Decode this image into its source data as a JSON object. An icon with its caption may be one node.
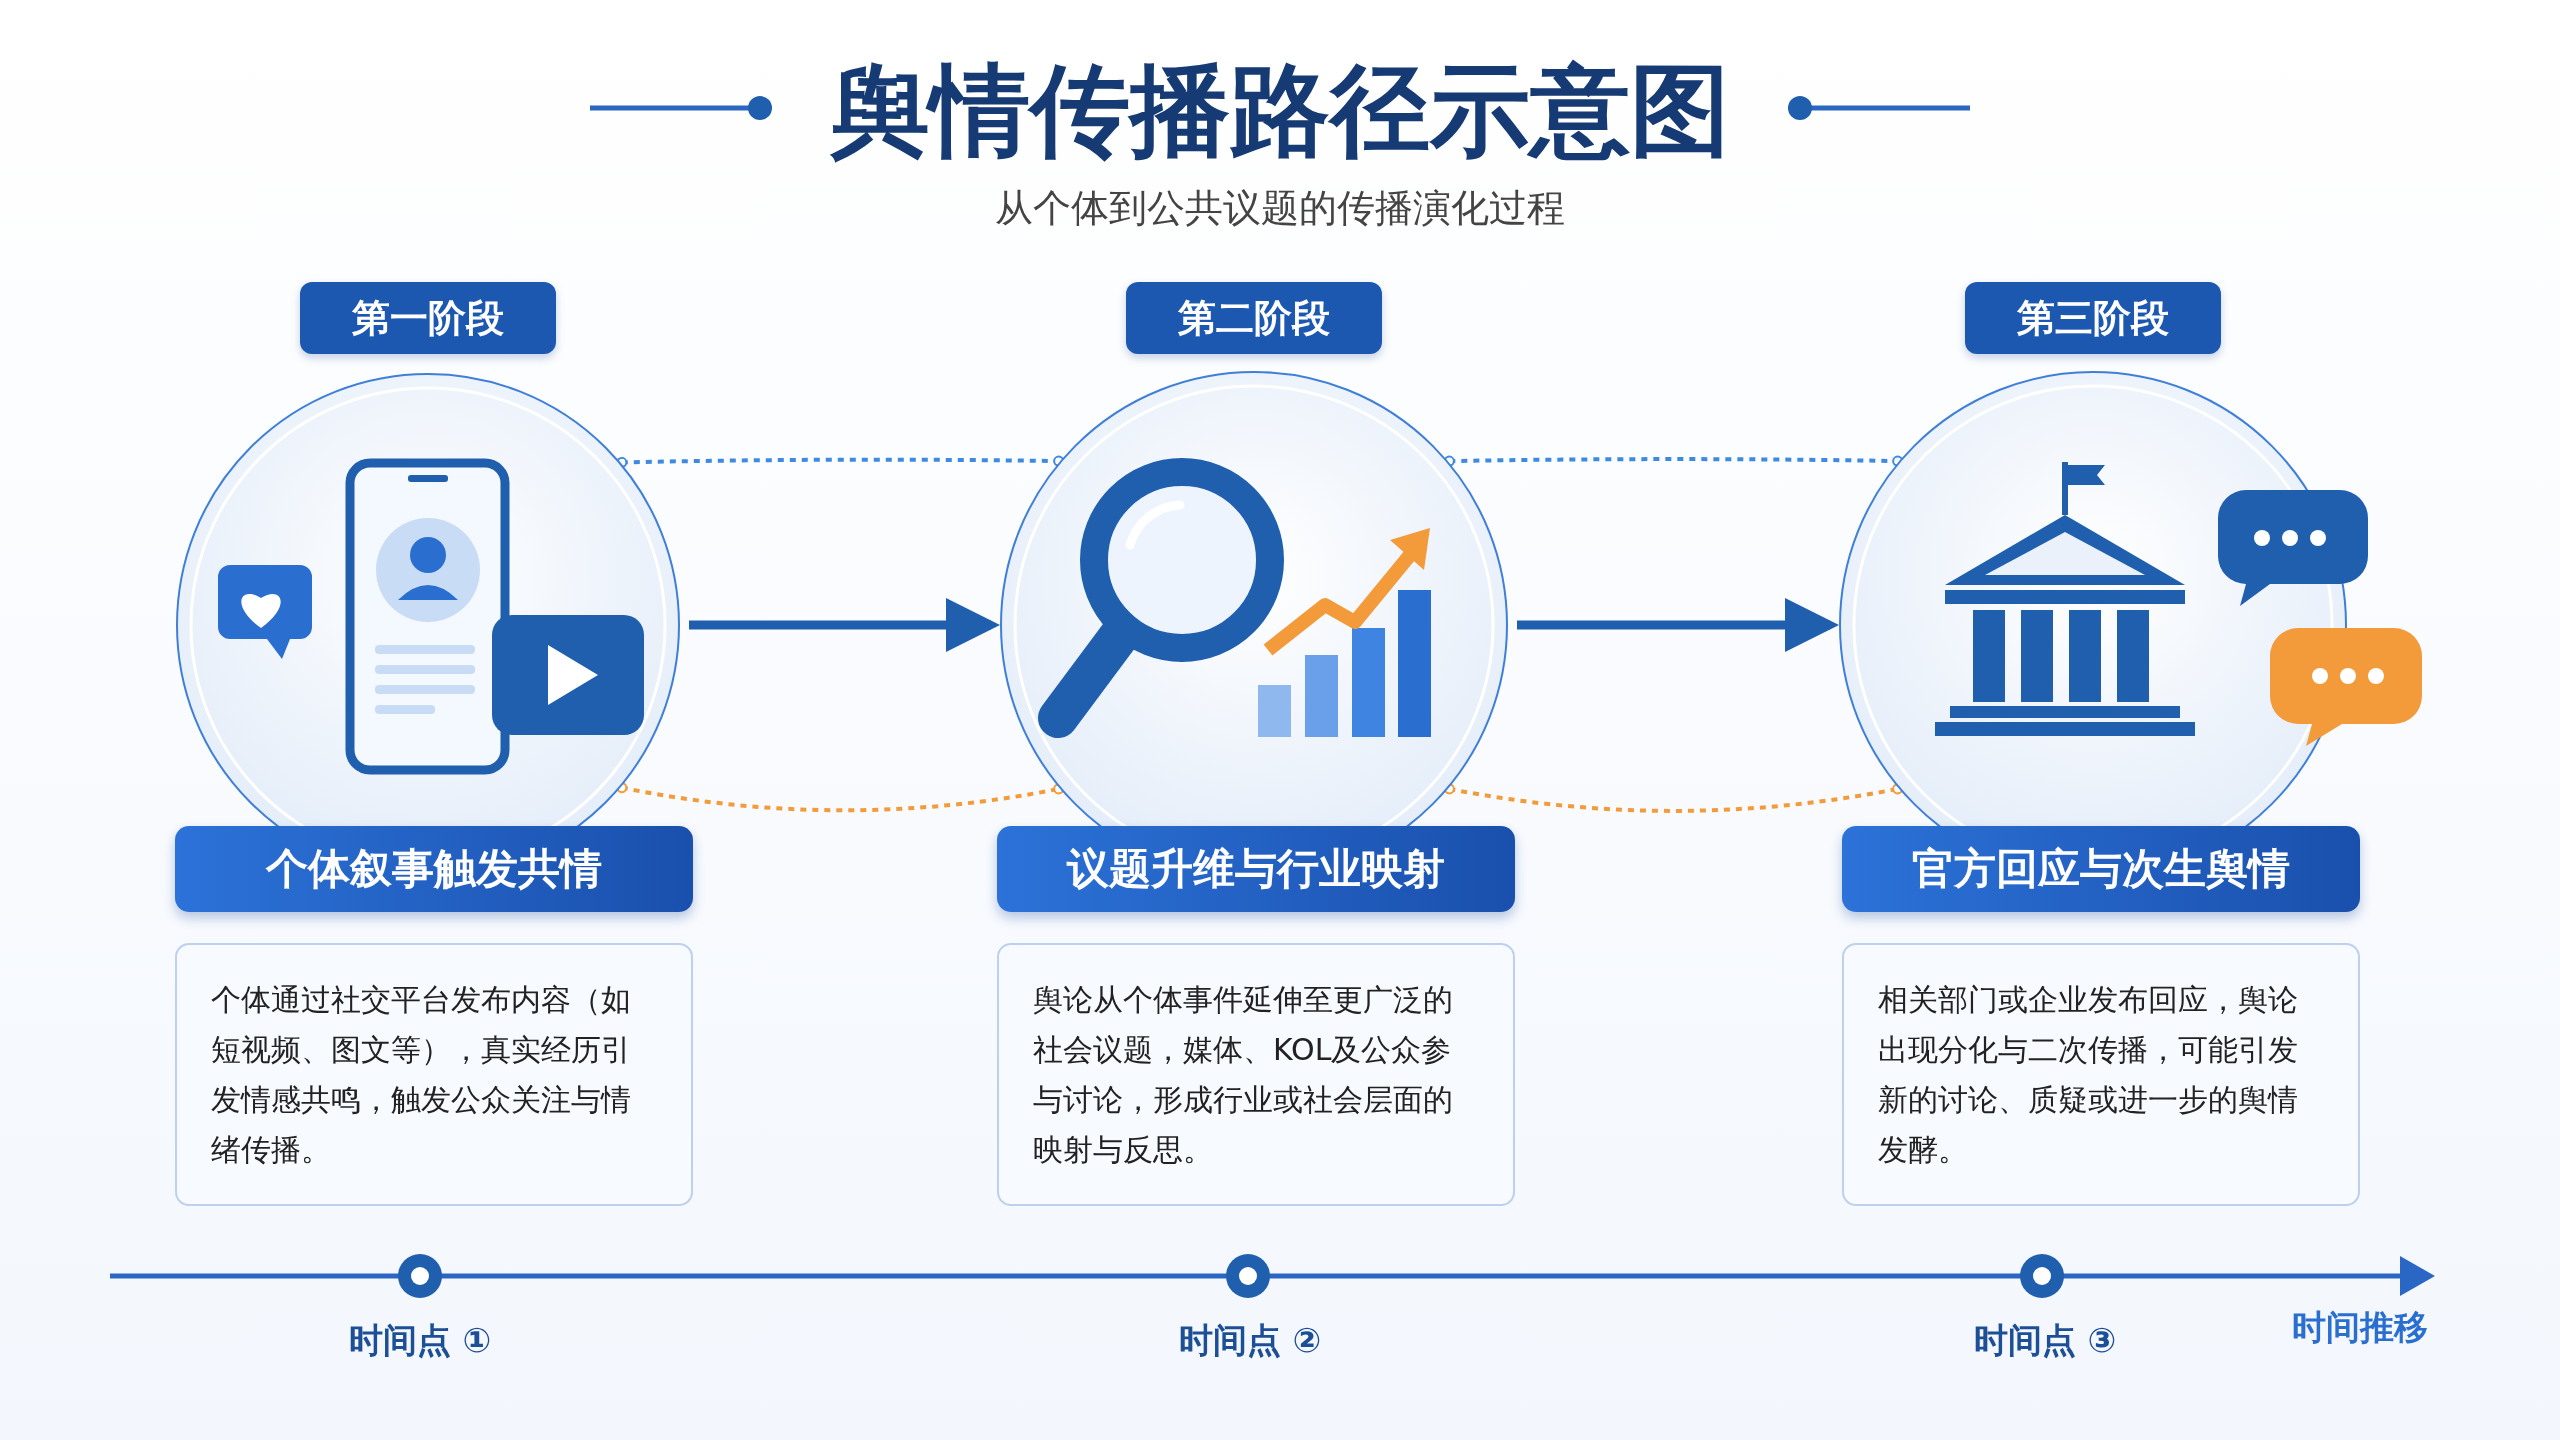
{
  "diagram": {
    "title": "舆情传播路径示意图",
    "nodes": [
      {
        "text": [
          "第一阶段"
        ]
      },
      {
        "text": [],
        "shape": "circle"
      },
      {
        "text": [
          "个体叙事触发共情"
        ]
      },
      {
        "text": [
          "个体通过社交平台发布内容（如短视频、图文等），真实经历引发情感共鸣，触发公众关注与情绪传播。"
        ]
      },
      {
        "text": [
          "第二阶段"
        ]
      },
      {
        "text": [],
        "shape": "circle"
      },
      {
        "text": [
          "议题升维与行业映射"
        ]
      },
      {
        "text": [
          "舆论从个体事件延伸至更广泛的社会议题，媒体、KOL及公众参与讨论，形成行业或社会层面的映射与反思。"
        ]
      },
      {
        "text": [
          "第三阶段"
        ]
      },
      {
        "text": [],
        "shape": "circle"
      },
      {
        "text": [
          "官方回应与次生舆情"
        ]
      },
      {
        "text": [
          "相关部门或企业发布回应，舆论出现分化与二次传播，可能引发新的讨论、质疑或进一步的舆情发酵。"
        ]
      }
    ],
    "edges": [
      {
        "from": 1,
        "to": 5,
        "arrow": "to",
        "style": "thick"
      },
      {
        "from": 5,
        "to": 9,
        "arrow": "to",
        "style": "thick"
      },
      {
        "from": 1,
        "to": 5,
        "arrow": "other",
        "style": "dashed",
        "color": "#3d8ae0"
      },
      {
        "from": 1,
        "to": 5,
        "arrow": "other",
        "style": "dashed",
        "color": "#f39a3a"
      },
      {
        "from": 5,
        "to": 9,
        "arrow": "other",
        "style": "dashed",
        "color": "#3d8ae0"
      },
      {
        "from": 5,
        "to": 9,
        "arrow": "other",
        "style": "dashed",
        "color": "#f39a3a"
      }
    ],
    "labels": [
      "从个体到公共议题的传播演化过程",
      "时间点 ①",
      "时间点 ②",
      "时间点 ③",
      "时间推移"
    ]
  }
}
